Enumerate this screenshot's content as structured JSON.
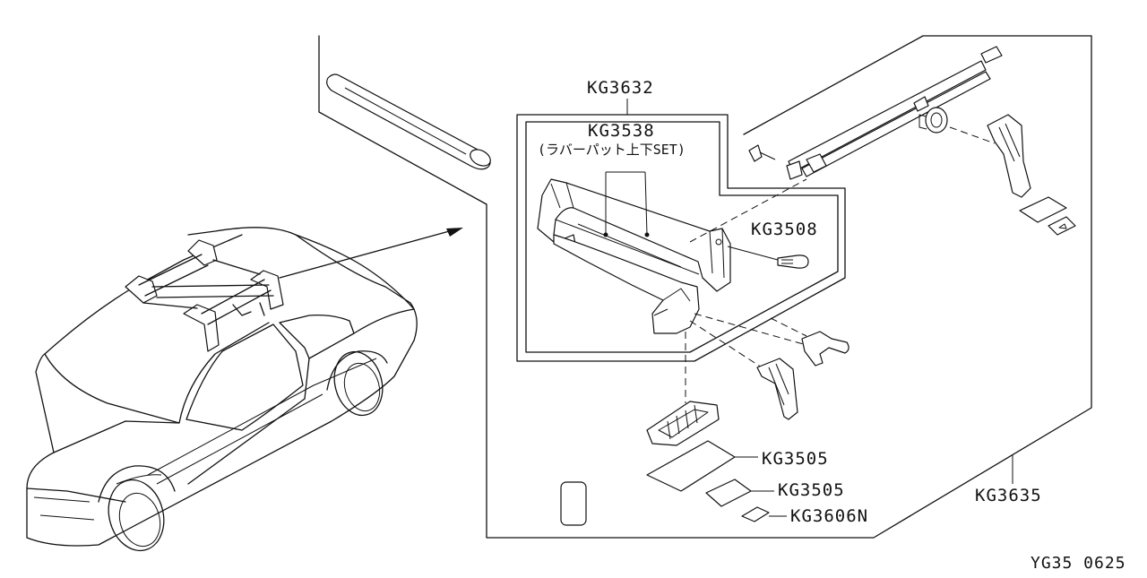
{
  "diagram": {
    "labels": {
      "assembly": "KG3632",
      "rubber_pad": "KG3538",
      "rubber_pad_note": "(ラバーパット上下SET)",
      "key": "KG3508",
      "pad_a": "KG3505",
      "pad_b": "KG3505",
      "tag": "KG3606N",
      "bracket_kit": "KG3635"
    },
    "figure_code": "YG35 0625",
    "line_color": "#111111",
    "background_color": "#ffffff"
  }
}
